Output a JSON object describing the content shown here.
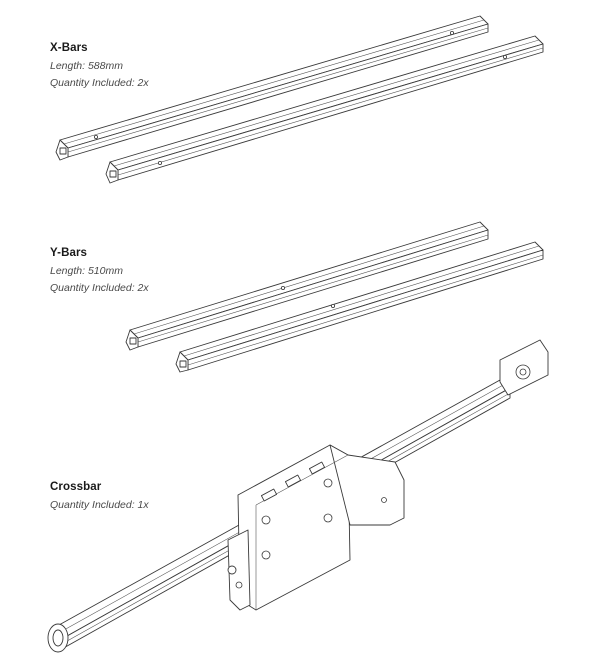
{
  "parts": [
    {
      "title": "X-Bars",
      "specs": [
        "Length: 588mm",
        "Quantity Included: 2x"
      ]
    },
    {
      "title": "Y-Bars",
      "specs": [
        "Length: 510mm",
        "Quantity Included: 2x"
      ]
    },
    {
      "title": "Crossbar",
      "specs": [
        "Quantity Included: 1x"
      ]
    }
  ]
}
